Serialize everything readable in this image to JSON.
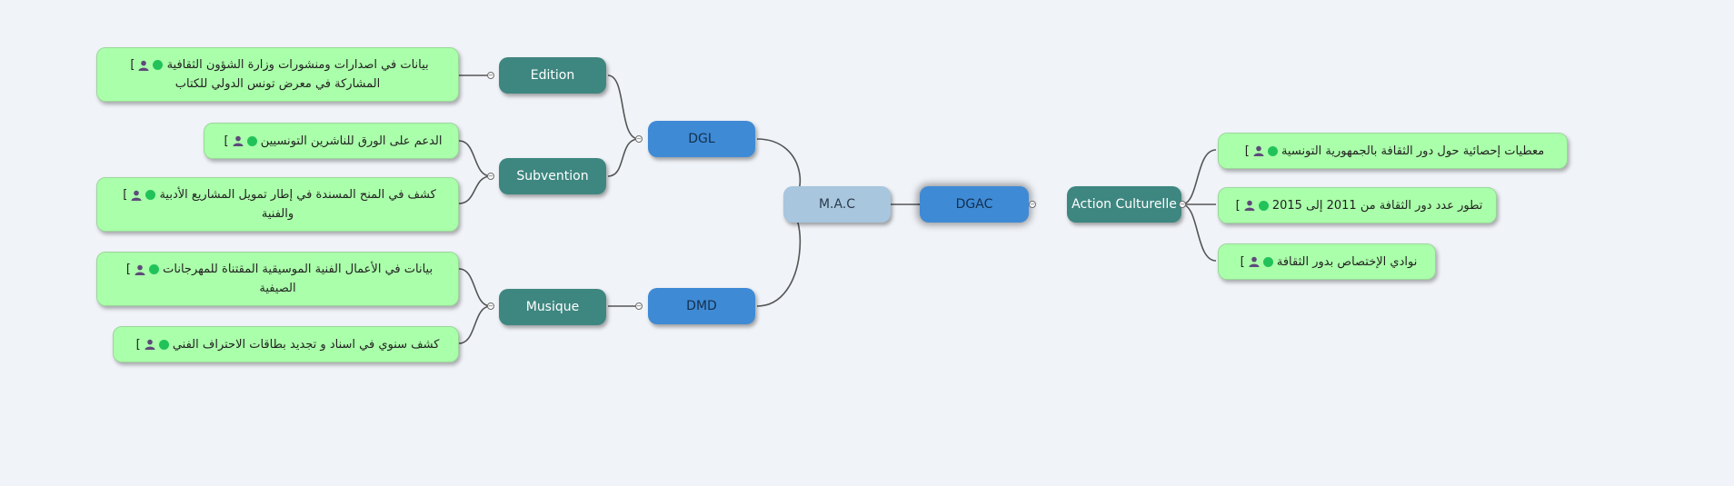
{
  "colors": {
    "teal": "#3e8780",
    "blue": "#3f8ad5",
    "light_blue": "#a8c6de",
    "leaf_green": "#aaffaa",
    "status_dot": "#22c25a",
    "person_icon": "#5e4a7a"
  },
  "central": {
    "label": "DGAC"
  },
  "left": {
    "mac": {
      "label": "M.A.C"
    },
    "dgl": {
      "label": "DGL"
    },
    "dmd": {
      "label": "DMD"
    },
    "edition": {
      "label": "Edition",
      "leaf1": {
        "line1": "بيانات في اصدارات ومنشورات وزارة الشؤون الثقافية",
        "line2": "المشاركة في معرض تونس الدولي للكتاب"
      }
    },
    "subvention": {
      "label": "Subvention",
      "leaf1": {
        "line1": "الدعم على الورق للناشرين التونسيين"
      },
      "leaf2": {
        "line1": "كشف في المنح المسندة في إطار تمويل المشاريع الأدبية",
        "line2": "والفنية"
      }
    },
    "musique": {
      "label": "Musique",
      "leaf1": {
        "line1": "بيانات في الأعمال الفنية الموسيقية المقتناة للمهرجانات",
        "line2": "الصيفية"
      },
      "leaf2": {
        "line1": "كشف سنوي في اسناد و تجديد بطاقات الاحتراف الفني"
      }
    }
  },
  "right": {
    "action": {
      "label": "Action Culturelle",
      "leaf1": {
        "line1": "معطيات إحصائية حول دور الثقافة بالجمهورية التونسية"
      },
      "leaf2": {
        "line1": "تطور عدد دور الثقافة من 2011 إلى 2015"
      },
      "leaf3": {
        "line1": "نوادي الإختصاص بدور الثقافة"
      }
    }
  },
  "marker_bracket": "[",
  "collapse_symbol": "−"
}
